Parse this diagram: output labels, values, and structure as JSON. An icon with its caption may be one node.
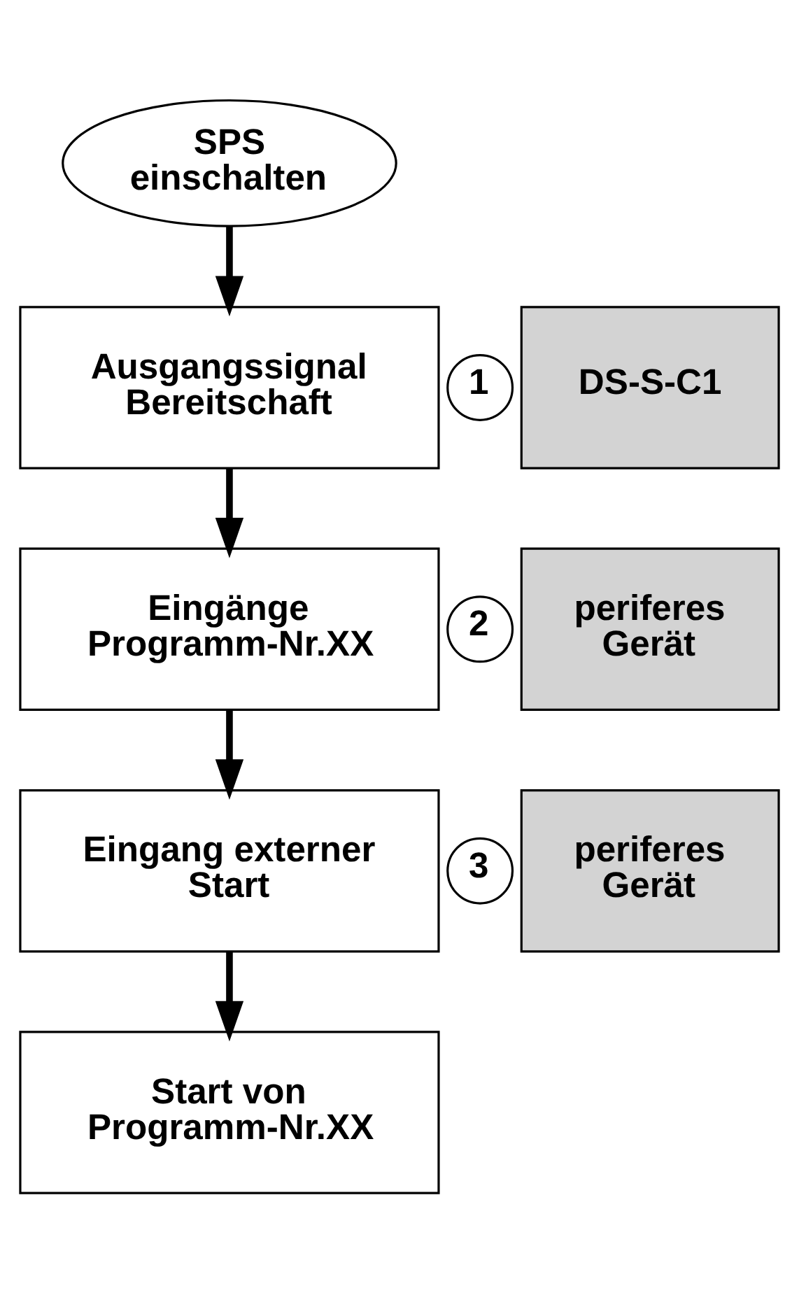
{
  "diagram": {
    "nodes": [
      {
        "text": [
          "SPS einschalten"
        ]
      },
      {
        "text": [
          "1"
        ]
      },
      {
        "text": [
          "DS-S-C1"
        ]
      },
      {
        "text": [
          "Ausgangssignal Bereitschaft"
        ]
      },
      {
        "text": [
          "2"
        ]
      },
      {
        "text": [
          "periferes Gerät"
        ]
      },
      {
        "text": [
          "Eingänge Programm-Nr.XX"
        ]
      },
      {
        "text": [
          "3"
        ]
      },
      {
        "text": [
          "periferes Gerät"
        ]
      },
      {
        "text": [
          "Eingang externer Start"
        ]
      },
      {
        "text": [
          "Start von Programm-Nr.XX"
        ]
      }
    ],
    "edges": [
      {
        "from": 0,
        "to": 3,
        "arrow": "to"
      },
      {
        "from": 3,
        "to": 6,
        "arrow": "to"
      },
      {
        "from": 6,
        "to": 9,
        "arrow": "to"
      },
      {
        "from": 9,
        "to": 10,
        "arrow": "to"
      }
    ]
  }
}
